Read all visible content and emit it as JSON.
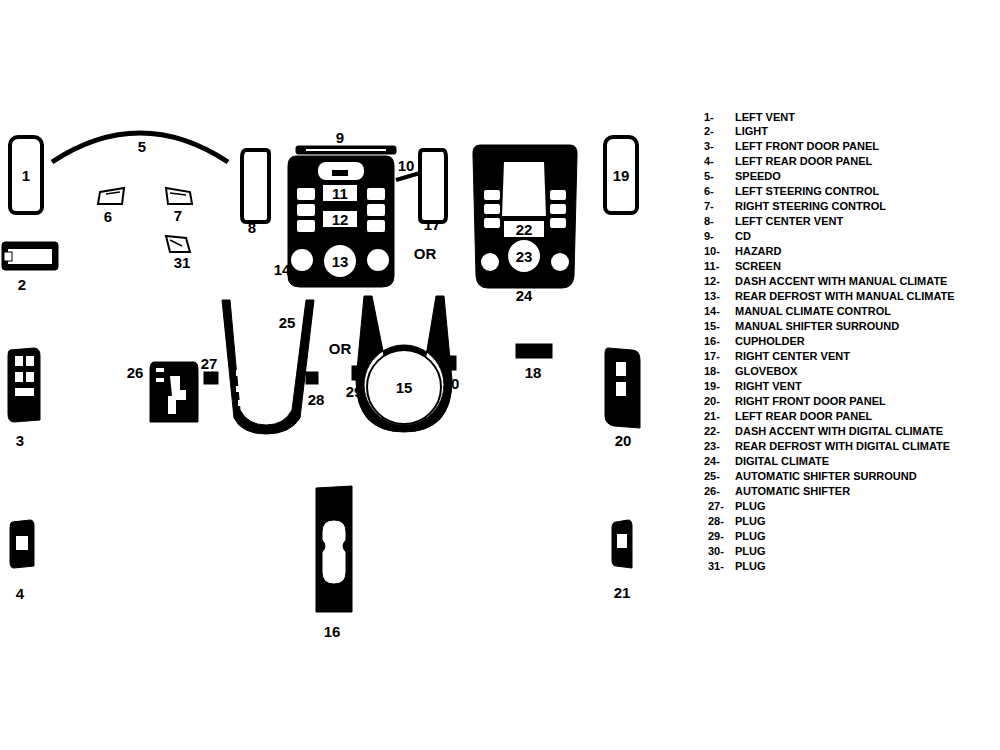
{
  "diagram": {
    "nodes": [
      {
        "text": [
          "1"
        ]
      },
      {
        "text": [
          "19"
        ]
      },
      {
        "text": [
          "11"
        ]
      },
      {
        "text": [
          "12"
        ]
      },
      {
        "text": [
          "13"
        ]
      },
      {
        "text": [
          "22"
        ]
      },
      {
        "text": [
          "23"
        ]
      },
      {
        "text": [
          "15"
        ]
      }
    ],
    "labels": [
      "2",
      "3",
      "4",
      "5",
      "6",
      "7",
      "31",
      "8",
      "9",
      "10",
      "14",
      "17",
      "24",
      "16",
      "18",
      "20",
      "21",
      "25",
      "26",
      "27",
      "28",
      "29",
      "30",
      "OR",
      "OR",
      "1-",
      "LEFT VENT",
      "2-",
      "LIGHT",
      "3-",
      "LEFT FRONT DOOR PANEL",
      "4-",
      "LEFT REAR DOOR PANEL",
      "5-",
      "SPEEDO",
      "6-",
      "LEFT STEERING CONTROL",
      "7-",
      "RIGHT STEERING CONTROL",
      "8-",
      "LEFT CENTER VENT",
      "9-",
      "CD",
      "10-",
      "HAZARD",
      "11-",
      "SCREEN",
      "12-",
      "DASH ACCENT WITH MANUAL CLIMATE",
      "13-",
      "REAR DEFROST WITH MANUAL CLIMATE",
      "14-",
      "MANUAL CLIMATE CONTROL",
      "15-",
      "MANUAL SHIFTER SURROUND",
      "16-",
      "CUPHOLDER",
      "17-",
      "RIGHT CENTER VENT",
      "18-",
      "GLOVEBOX",
      "19-",
      "RIGHT VENT",
      "20-",
      "RIGHT FRONT DOOR PANEL",
      "21-",
      "LEFT REAR DOOR PANEL",
      "22-",
      "DASH ACCENT WITH DIGITAL CLIMATE",
      "23-",
      "REAR DEFROST WITH DIGITAL CLIMATE",
      "24-",
      "DIGITAL CLIMATE",
      "25-",
      "AUTOMATIC SHIFTER SURROUND",
      "26-",
      "AUTOMATIC SHIFTER",
      "27-",
      "PLUG",
      "28-",
      "PLUG",
      "29-",
      "PLUG",
      "30-",
      "PLUG",
      "31-",
      "PLUG"
    ]
  }
}
